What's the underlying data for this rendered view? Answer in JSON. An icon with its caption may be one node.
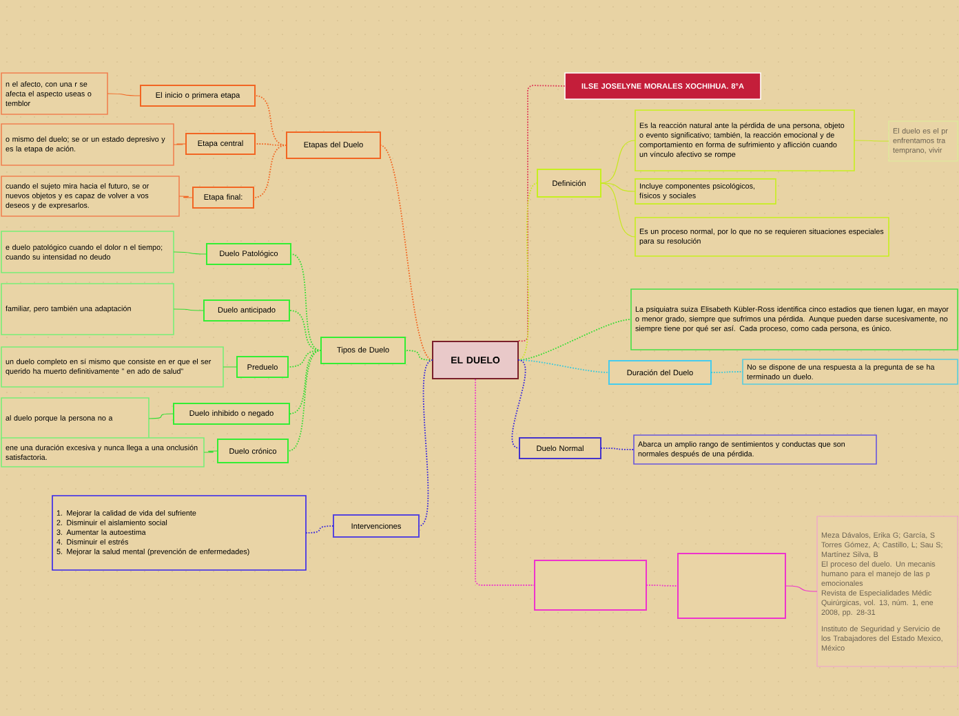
{
  "diagram": {
    "nodes": [
      {
        "text": [
          "EL DUELO"
        ]
      },
      {
        "text": [
          "ILSE JOSELYNE MORALES XOCHIHUA. 8°A"
        ]
      },
      {
        "text": [
          "Etapas del Duelo"
        ]
      },
      {
        "text": [
          "El inicio o primera etapa"
        ]
      },
      {
        "text": [
          "n el afecto, con una r se afecta el aspecto useas o temblor"
        ]
      },
      {
        "text": [
          "Etapa central"
        ]
      },
      {
        "text": [
          "o mismo del duelo; se or un estado depresivo y es la etapa de ación."
        ]
      },
      {
        "text": [
          "Etapa final:"
        ]
      },
      {
        "text": [
          "cuando el sujeto mira hacia el futuro, se or nuevos objetos y es capaz de volver a vos deseos y de expresarlos."
        ]
      },
      {
        "text": [
          "Tipos de Duelo"
        ]
      },
      {
        "text": [
          "Duelo Patológico"
        ]
      },
      {
        "text": [
          "e duelo patológico cuando el dolor n el tiempo; cuando su intensidad no deudo"
        ]
      },
      {
        "text": [
          "Duelo anticipado"
        ]
      },
      {
        "text": [
          "familiar, pero también una adaptación"
        ]
      },
      {
        "text": [
          "Preduelo"
        ]
      },
      {
        "text": [
          "un duelo completo en sí mismo que consiste en er que el ser querido ha muerto definitivamente ” en ado de salud”"
        ]
      },
      {
        "text": [
          "Duelo inhibido o negado"
        ]
      },
      {
        "text": [
          "al duelo porque la persona no a"
        ]
      },
      {
        "text": [
          "Duelo crónico"
        ]
      },
      {
        "text": [
          "ene una duración excesiva y nunca llega a una onclusión satisfactoria."
        ]
      },
      {
        "text": [
          "Intervenciones"
        ]
      },
      {
        "text": [
          "1. Mejorar la calidad de vida del sufriente",
          "2. Disminuir el aislamiento social",
          "3. Aumentar la autoestima",
          "4. Disminuir el estrés",
          "5. Mejorar la salud mental (prevención de enfermedades)"
        ]
      },
      {
        "text": [
          "Definición"
        ]
      },
      {
        "text": [
          "Es la reacción natural ante la pérdida de una persona, objeto o evento significativo; también, la reacción emocional y de comportamiento en forma de sufrimiento y aflicción cuando un vínculo afectivo se rompe"
        ]
      },
      {
        "text": [
          "El duelo es el pr enfrentamos tra temprano, vivir"
        ]
      },
      {
        "text": [
          "Incluye componentes psicológicos, físicos y sociales"
        ]
      },
      {
        "text": [
          "Es un proceso normal, por lo que no se requieren situaciones especiales para su resolución"
        ]
      },
      {
        "text": [
          "La psiquiatra suiza Elisabeth Kübler-Ross identifica cinco estadios que tienen lugar, en mayor o menor grado, siempre que sufrimos una pérdida. Aunque pueden darse sucesivamente, no siempre tiene por qué ser así. Cada proceso, como cada persona, es único."
        ]
      },
      {
        "text": [
          "Duración del Duelo"
        ]
      },
      {
        "text": [
          "No se dispone de una respuesta a la pregunta de se ha terminado un duelo."
        ]
      },
      {
        "text": [
          "Duelo Normal"
        ]
      },
      {
        "text": [
          "Abarca un amplio rango de sentimientos y conductas que son normales después de una pérdida."
        ]
      },
      {
        "text": [],
        "shape": "box"
      },
      {
        "text": [],
        "shape": "box"
      },
      {
        "text": [
          "Meza Dávalos, Erika G; García, S Torres Gómez, A; Castillo, L; Sau S; Martínez Silva, B",
          "El proceso del duelo. Un mecanis humano para el manejo de las p emocionales",
          "Revista de Especialidades Médic Quirúrgicas, vol. 13, núm. 1, ene 2008, pp. 28-31",
          "Instituto de Seguridad y Servicio de los Trabajadores del Estado Mexico, México"
        ]
      }
    ],
    "edges": [
      {
        "from": 0,
        "to": 1,
        "arrow": "none",
        "style": "dashed",
        "color": "#dd3355"
      },
      {
        "from": 0,
        "to": 2,
        "arrow": "none",
        "style": "dashed",
        "color": "#f26522"
      },
      {
        "from": 2,
        "to": 3,
        "arrow": "none",
        "style": "dashed",
        "color": "#f26522"
      },
      {
        "from": 3,
        "to": 4,
        "arrow": "none",
        "color": "#f26522"
      },
      {
        "from": 2,
        "to": 5,
        "arrow": "none",
        "style": "dashed",
        "color": "#f26522"
      },
      {
        "from": 5,
        "to": 6,
        "arrow": "none",
        "color": "#f26522"
      },
      {
        "from": 2,
        "to": 7,
        "arrow": "none",
        "style": "dashed",
        "color": "#f26522"
      },
      {
        "from": 7,
        "to": 8,
        "arrow": "none",
        "color": "#f26522"
      },
      {
        "from": 0,
        "to": 9,
        "arrow": "none",
        "style": "dashed",
        "color": "#33dd33"
      },
      {
        "from": 9,
        "to": 10,
        "arrow": "none",
        "style": "dashed",
        "color": "#33dd33"
      },
      {
        "from": 10,
        "to": 11,
        "arrow": "none",
        "color": "#33dd33"
      },
      {
        "from": 9,
        "to": 12,
        "arrow": "none",
        "style": "dashed",
        "color": "#33dd33"
      },
      {
        "from": 12,
        "to": 13,
        "arrow": "none",
        "color": "#33dd33"
      },
      {
        "from": 9,
        "to": 14,
        "arrow": "none",
        "style": "dashed",
        "color": "#33dd33"
      },
      {
        "from": 14,
        "to": 15,
        "arrow": "none",
        "color": "#33dd33"
      },
      {
        "from": 9,
        "to": 16,
        "arrow": "none",
        "style": "dashed",
        "color": "#33dd33"
      },
      {
        "from": 16,
        "to": 17,
        "arrow": "none",
        "color": "#33dd33"
      },
      {
        "from": 9,
        "to": 18,
        "arrow": "none",
        "style": "dashed",
        "color": "#33dd33"
      },
      {
        "from": 18,
        "to": 19,
        "arrow": "none",
        "color": "#33dd33"
      },
      {
        "from": 0,
        "to": 20,
        "arrow": "none",
        "style": "dashed",
        "color": "#3322dd"
      },
      {
        "from": 20,
        "to": 21,
        "arrow": "none",
        "style": "dashed",
        "color": "#3322dd"
      },
      {
        "from": 0,
        "to": 22,
        "arrow": "none",
        "style": "dashed",
        "color": "#c6e81e"
      },
      {
        "from": 22,
        "to": 23,
        "arrow": "none",
        "color": "#c6e81e"
      },
      {
        "from": 23,
        "to": 24,
        "arrow": "none",
        "color": "#c6e81e"
      },
      {
        "from": 22,
        "to": 25,
        "arrow": "none",
        "color": "#c6e81e"
      },
      {
        "from": 22,
        "to": 26,
        "arrow": "none",
        "color": "#c6e81e"
      },
      {
        "from": 0,
        "to": 27,
        "arrow": "none",
        "style": "dashed",
        "color": "#33dd33"
      },
      {
        "from": 0,
        "to": 28,
        "arrow": "none",
        "style": "dashed",
        "color": "#33c8dd"
      },
      {
        "from": 28,
        "to": 29,
        "arrow": "none",
        "style": "dashed",
        "color": "#33c8dd"
      },
      {
        "from": 0,
        "to": 30,
        "arrow": "none",
        "style": "dashed",
        "color": "#3322dd"
      },
      {
        "from": 30,
        "to": 31,
        "arrow": "none",
        "style": "dashed",
        "color": "#3322dd"
      },
      {
        "from": 0,
        "to": 32,
        "arrow": "none",
        "style": "dashed",
        "color": "#ee33cc"
      },
      {
        "from": 32,
        "to": 33,
        "arrow": "none",
        "style": "dashed",
        "color": "#ee33cc"
      },
      {
        "from": 33,
        "to": 34,
        "arrow": "none",
        "color": "#ee33cc"
      }
    ]
  }
}
